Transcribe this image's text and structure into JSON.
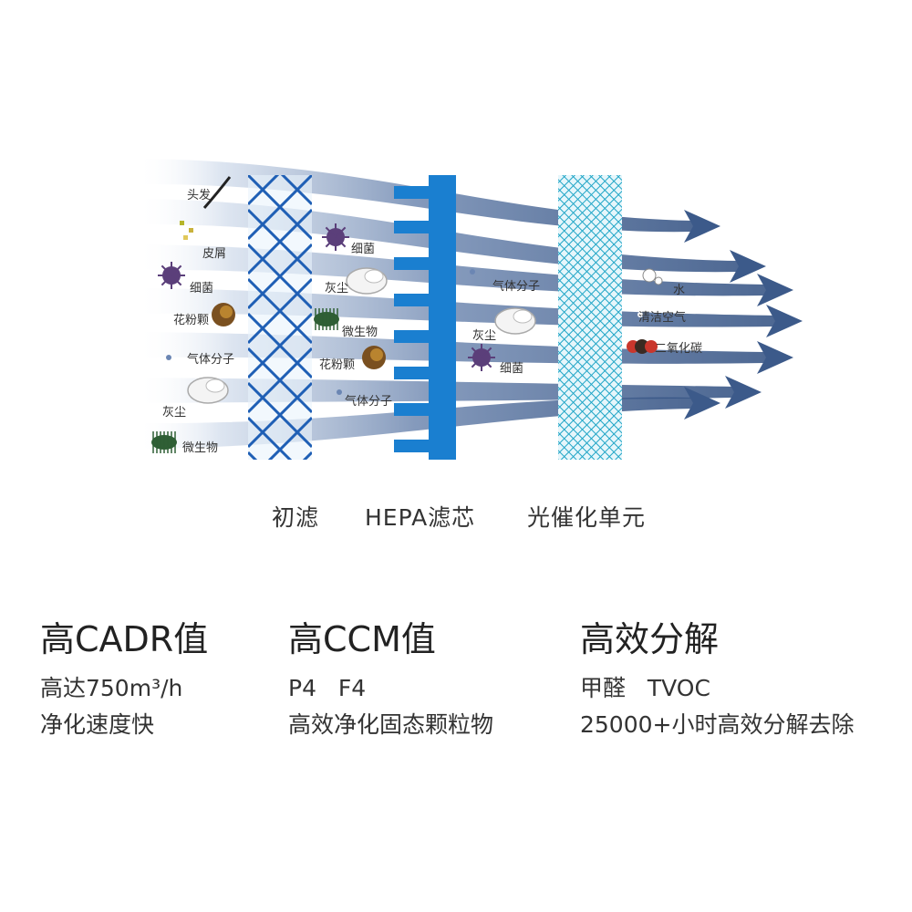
{
  "diagram": {
    "pollutants_left": [
      {
        "label": "头发",
        "icon": "hair-icon"
      },
      {
        "label": "皮屑",
        "icon": "dander-icon"
      },
      {
        "label": "细菌",
        "icon": "bacteria-icon"
      },
      {
        "label": "花粉颗",
        "icon": "pollen-icon"
      },
      {
        "label": "气体分子",
        "icon": "gas-molecule-icon"
      },
      {
        "label": "灰尘",
        "icon": "dust-icon"
      },
      {
        "label": "微生物",
        "icon": "microorganism-icon"
      }
    ],
    "pollutants_middle": [
      {
        "label": "细菌",
        "icon": "bacteria-icon"
      },
      {
        "label": "灰尘",
        "icon": "dust-icon"
      },
      {
        "label": "微生物",
        "icon": "microorganism-icon"
      },
      {
        "label": "花粉颗",
        "icon": "pollen-icon"
      },
      {
        "label": "气体分子",
        "icon": "gas-molecule-icon"
      }
    ],
    "pollutants_after_hepa": [
      {
        "label": "气体分子",
        "icon": "gas-molecule-icon"
      },
      {
        "label": "灰尘",
        "icon": "dust-icon"
      },
      {
        "label": "细菌",
        "icon": "bacteria-icon"
      }
    ],
    "outputs": [
      {
        "label": "水",
        "icon": "water-icon"
      },
      {
        "label": "清洁空气",
        "icon": "clean-air-icon"
      },
      {
        "label": "二氧化碳",
        "icon": "co2-icon"
      }
    ],
    "colors": {
      "arrow": "#3c5a8a",
      "arrow_light": "#dbe4f0",
      "mesh": "#1f5fb5",
      "hepa": "#1a7fd0",
      "photocatalyst": "#19a8c8"
    }
  },
  "stages": [
    "初滤",
    "HEPA滤芯",
    "光催化单元"
  ],
  "features": [
    {
      "title": "高CADR值",
      "lines": [
        "高达750m³/h",
        "净化速度快"
      ]
    },
    {
      "title": "高CCM值",
      "lines": [
        "P4   F4",
        "高效净化固态颗粒物"
      ]
    },
    {
      "title": "高效分解",
      "lines": [
        "甲醛   TVOC",
        "25000+小时高效分解去除"
      ]
    }
  ]
}
